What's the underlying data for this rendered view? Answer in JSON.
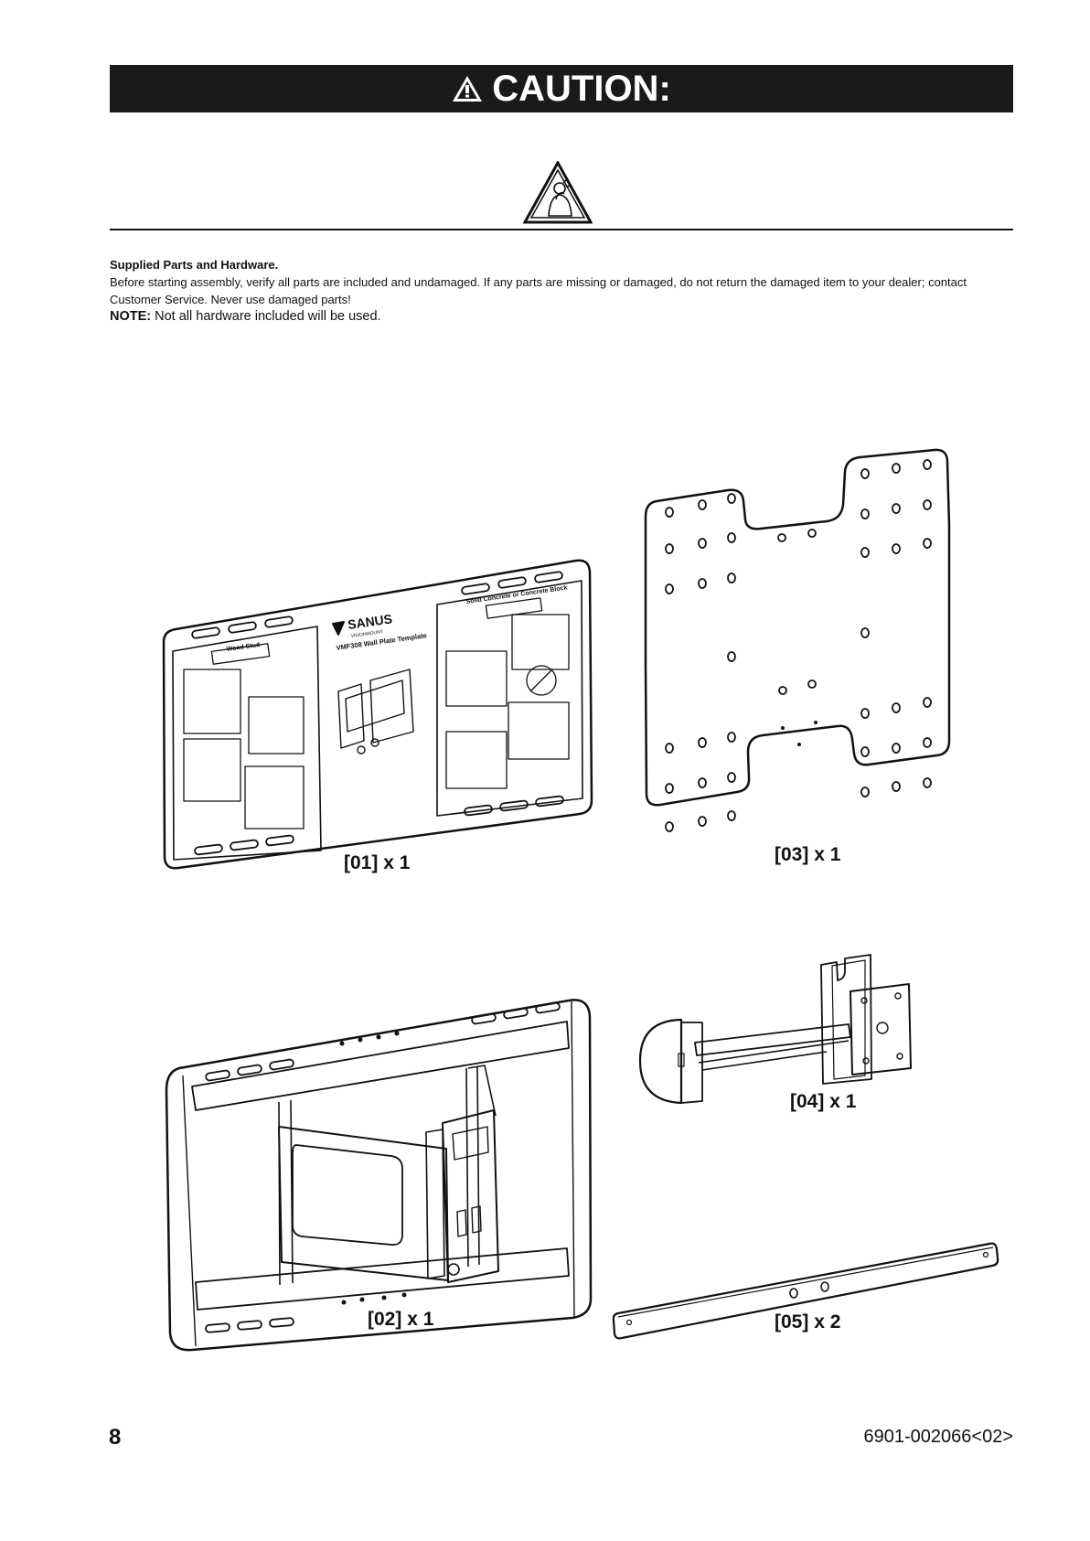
{
  "banner": {
    "title": "CAUTION:"
  },
  "intro": {
    "heading": "Supplied Parts and Hardware.",
    "body": "Before starting assembly, verify all parts are included and undamaged.  If any parts are missing or damaged, do not return the damaged item to your dealer; contact  Customer Service.  Never use damaged parts!",
    "note_label": "NOTE:",
    "note_text": " Not all hardware included will be used."
  },
  "parts": [
    {
      "id": "[01]",
      "qty": " x 1"
    },
    {
      "id": "[03]",
      "qty": " x 1"
    },
    {
      "id": "[04]",
      "qty": " x 1"
    },
    {
      "id": "[02]",
      "qty": " x 1"
    },
    {
      "id": "[05]",
      "qty": " x 2"
    }
  ],
  "template_text": {
    "brand": "SANUS",
    "brand_sub": "VISIONMOUNT",
    "title": "VMF308  Wall Plate Template",
    "wood": "Wood Stud",
    "concrete": "Solid Concrete or Concrete Block"
  },
  "footer": {
    "page": "8",
    "doc_code": "6901-002066<02>"
  },
  "icons": [
    "warning-triangle-icon",
    "person-hazard-icon"
  ]
}
